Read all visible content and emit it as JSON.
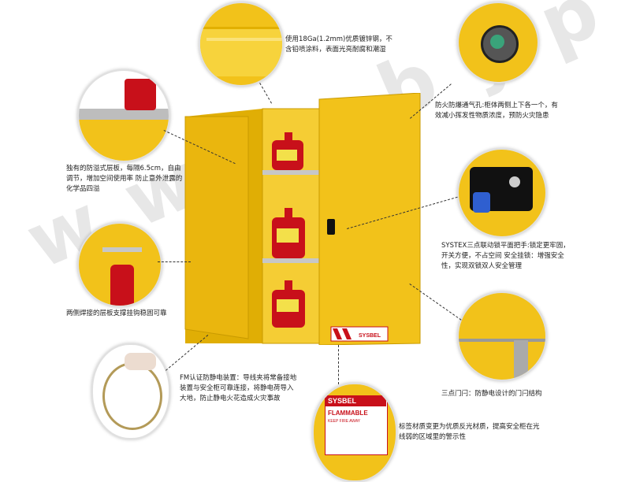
{
  "captions": {
    "material": "使用18Ga(1.2mm)优质镀锌钢，不含铅喷涂料，表面光亮耐腐和潮湿",
    "shelf": "独有的防溢式层板，每隔6.5cm，自由调节，增加空间使用率 防止意外泄露的化学品四溢",
    "weld": "两侧焊接的层板支撑挂钩稳固可靠",
    "ground": "FM认证防静电装置：导线夹将常备接地装置与安全柜可靠连接，将静电荷导入大地，防止静电火花造成火灾事故",
    "vent": "防火防爆通气孔:柜体两侧上下各一个，有效减小挥发性物质浓度，预防火灾隐患",
    "lock": "SYSTEX三点联动锁平面把手:锁定更牢固，开关方便，不占空间 安全挂锁：增强安全性，实现双锁双人安全管理",
    "door": "三点门闩：防静电设计的门闩结构",
    "label": "标签材质变更为优质反光材质，提高安全柜在光线弱的区域里的警示性"
  },
  "cabinet_label": {
    "brand": "SYSBEL",
    "warning": "FLAMMABLE",
    "sub": "KEEP FIRE AWAY"
  },
  "watermark": "www.byptk.com",
  "colors": {
    "cabinet": "#f2c21a",
    "cabinet_dark": "#d9a600",
    "can_red": "#c8101a"
  }
}
